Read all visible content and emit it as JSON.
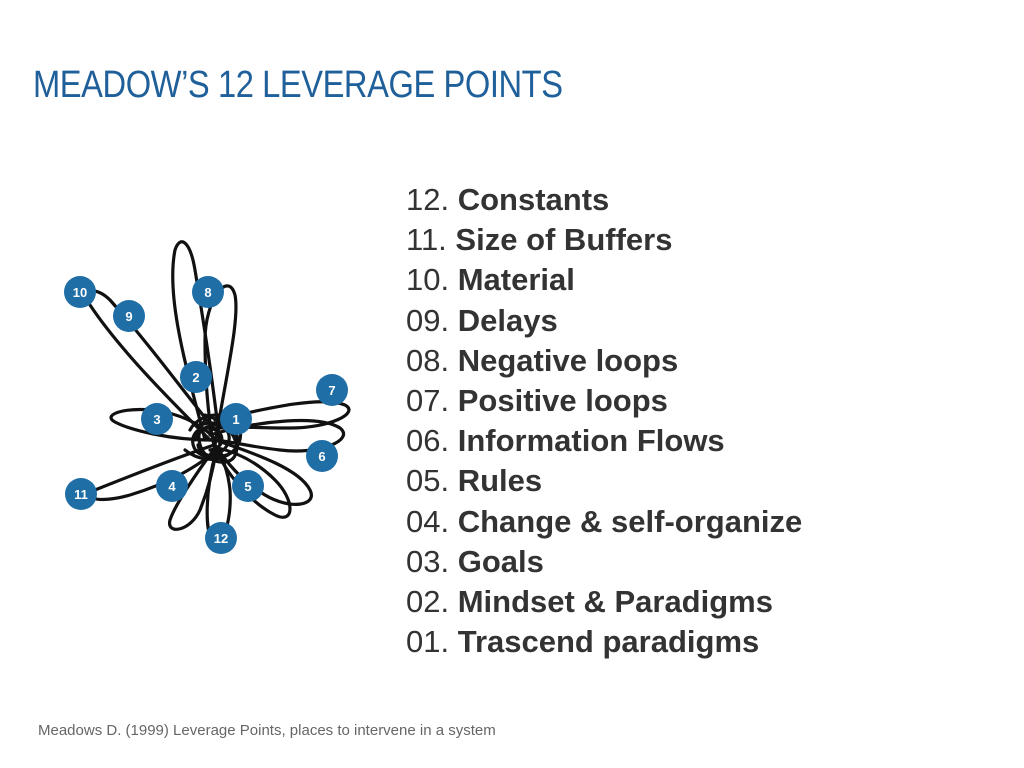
{
  "slide": {
    "title": "MEADOW’S 12 LEVERAGE POINTS",
    "citation": "Meadows D. (1999) Leverage Points, places to intervene in a system",
    "accent_color": "#1f6ea6",
    "title_color": "#1f5f9a"
  },
  "diagram": {
    "markers": [
      "10",
      "9",
      "8",
      "2",
      "7",
      "3",
      "1",
      "6",
      "4",
      "5",
      "11",
      "12"
    ]
  },
  "leverage_points": [
    {
      "number": "12.",
      "label": "Constants"
    },
    {
      "number": "11.",
      "label": "Size of Buffers"
    },
    {
      "number": "10.",
      "label": "Material"
    },
    {
      "number": "09.",
      "label": "Delays"
    },
    {
      "number": "08.",
      "label": "Negative loops"
    },
    {
      "number": "07.",
      "label": "Positive loops"
    },
    {
      "number": "06.",
      "label": "Information Flows"
    },
    {
      "number": "05.",
      "label": "Rules"
    },
    {
      "number": "04.",
      "label": "Change & self-organize"
    },
    {
      "number": "03.",
      "label": "Goals"
    },
    {
      "number": "02.",
      "label": "Mindset & Paradigms"
    },
    {
      "number": "01.",
      "label": "Trascend paradigms"
    }
  ]
}
